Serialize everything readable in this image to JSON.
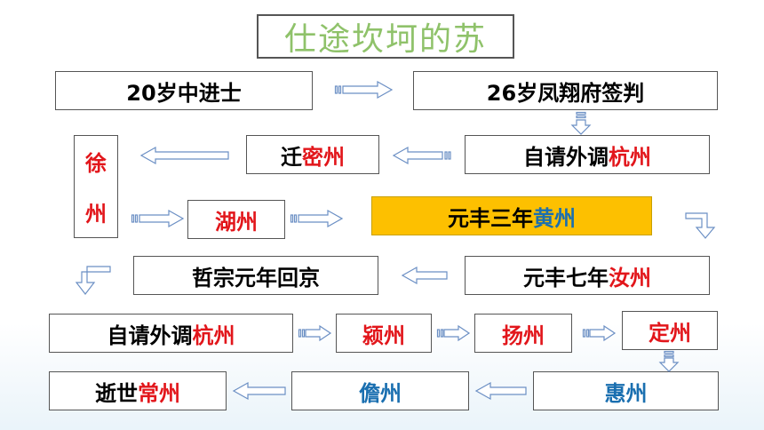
{
  "title": "仕途坎坷的苏",
  "nodes": {
    "n1": {
      "pre": "20岁中进士",
      "place": ""
    },
    "n2": {
      "pre": "26岁凤翔府签判",
      "place": ""
    },
    "n3": {
      "pre": "自请外调",
      "place": "杭州"
    },
    "n4": {
      "pre": "迁",
      "place": "密州"
    },
    "n5": {
      "chars": [
        "徐",
        "州"
      ]
    },
    "n6": {
      "pre": "",
      "place": "湖州"
    },
    "n7": {
      "pre": "元丰三年",
      "place": "黄州"
    },
    "n8": {
      "pre": "元丰七年",
      "place": "汝州"
    },
    "n9": {
      "pre": "哲宗元年回京",
      "place": ""
    },
    "n10": {
      "pre": "自请外调",
      "place": "杭州"
    },
    "n11": {
      "pre": "",
      "place": "颍州"
    },
    "n12": {
      "pre": "",
      "place": "扬州"
    },
    "n13": {
      "pre": "",
      "place": "定州"
    },
    "n14": {
      "pre": "",
      "place": "惠州"
    },
    "n15": {
      "pre": "",
      "place": "儋州"
    },
    "n16": {
      "pre": "逝世",
      "place": "常州"
    }
  },
  "colors": {
    "highlight": "#fdc000",
    "place_red": "#e2161b",
    "place_blue": "#1a6fb0",
    "title": "#8fc26a"
  }
}
